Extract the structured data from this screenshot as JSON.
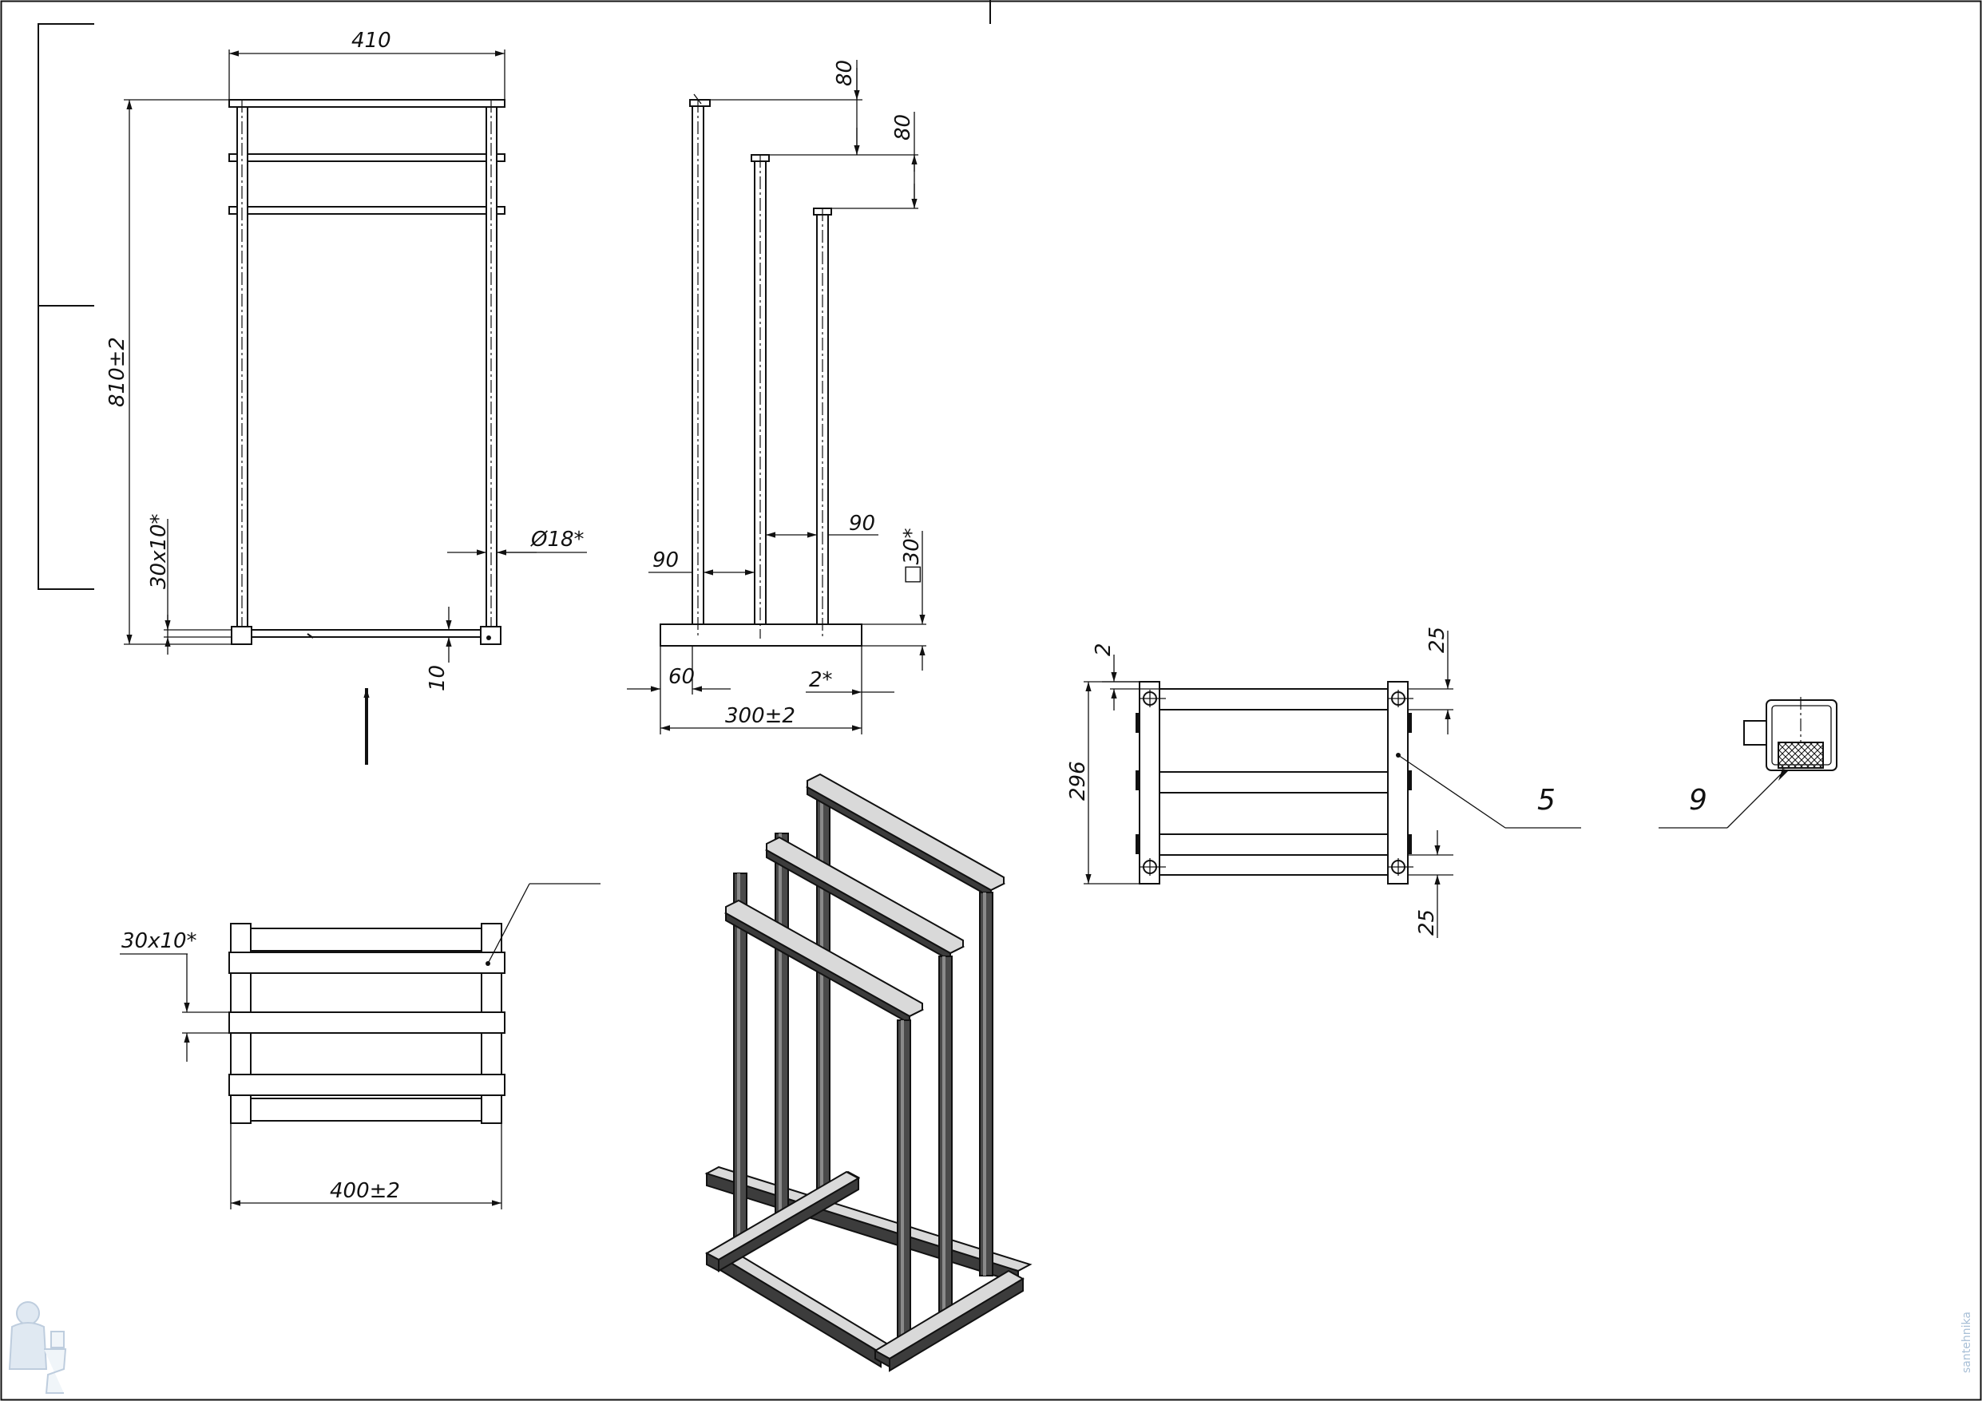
{
  "front_view": {
    "dim_width": "410",
    "dim_height": "810±2",
    "dim_bar": "30x10*",
    "dim_tube": "Ø18*",
    "dim_offset": "10"
  },
  "side_view": {
    "dim_top_80_a": "80",
    "dim_top_80_b": "80",
    "dim_90_right": "90",
    "dim_90_left": "90",
    "dim_square": "□30*",
    "dim_60": "60",
    "dim_2": "2*",
    "dim_length": "300±2"
  },
  "plan_view": {
    "dim_bar": "30x10*",
    "dim_width": "400±2"
  },
  "detail_view": {
    "dim_2": "2",
    "dim_25_top": "25",
    "dim_25_bottom": "25",
    "dim_296": "296",
    "callout_5": "5"
  },
  "section_detail": {
    "callout_9": "9"
  },
  "watermark": {
    "text": "santehnika"
  }
}
